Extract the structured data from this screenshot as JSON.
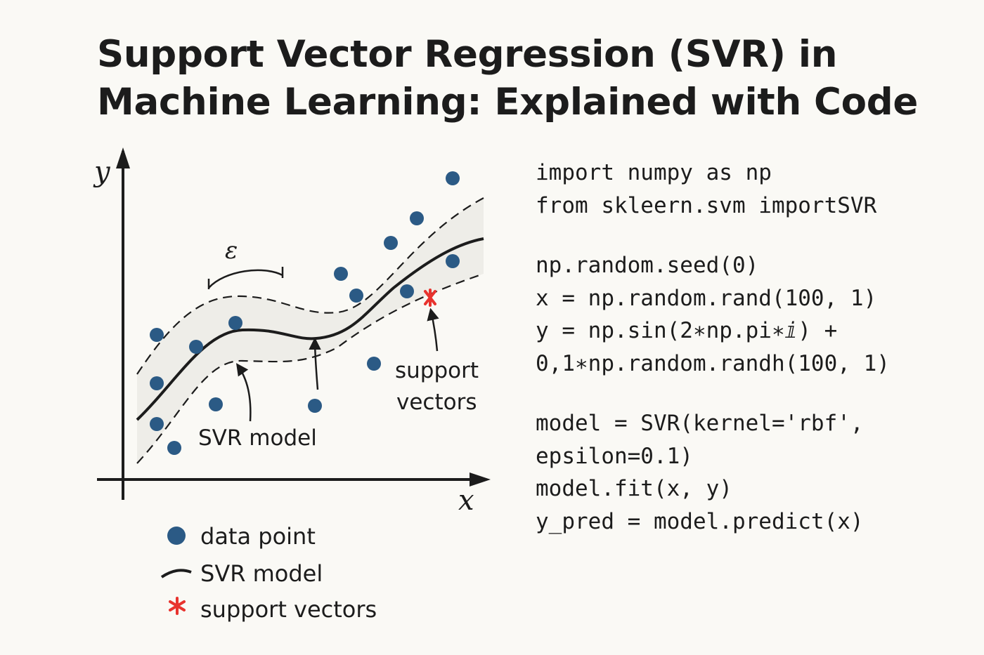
{
  "title": {
    "line1": "Support Vector Regression (SVR) in",
    "line2": "Machine Learning: Explained with Code"
  },
  "diagram": {
    "y_axis_label": "y",
    "x_axis_label": "x",
    "epsilon_label": "ε",
    "svr_model_annotation": "SVR model",
    "support_vectors_annotation": [
      "support",
      "vectors"
    ],
    "colors": {
      "data_point": "#2b5a85",
      "support_vector": "#e8332e",
      "band_fill": "#eeede8",
      "axis": "#1c1c1c"
    }
  },
  "legend": [
    {
      "symbol": "dot-icon",
      "label": "data point"
    },
    {
      "symbol": "curve-icon",
      "label": "SVR model"
    },
    {
      "symbol": "asterisk-icon",
      "label": "support vectors"
    }
  ],
  "code": {
    "block1": [
      "import numpy as np",
      "from skleern.svm importSVR"
    ],
    "block2": [
      "np.random.seed(0)",
      "x = np.random.rand(100, 1)",
      "y = np.sin(2∗np.pi∗ⅈ) +",
      "0,1∗np.random.randh(100, 1)"
    ],
    "block3": [
      "model = SVR(kernel='rbf',",
      "epsilon=0.1)",
      "model.fit(x, y)",
      "y_pred = model.predict(x)"
    ]
  }
}
